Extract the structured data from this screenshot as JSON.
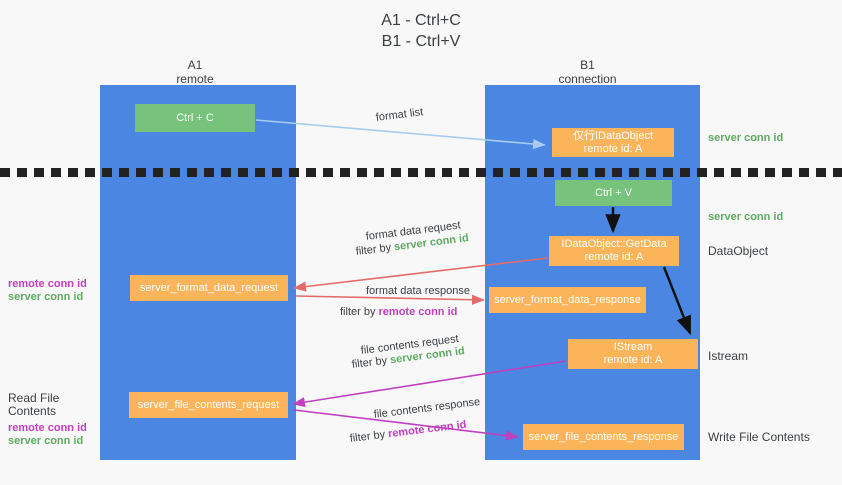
{
  "title": "A1 - Ctrl+C\nB1 - Ctrl+V",
  "columns": {
    "a1": "A1\nremote",
    "b1": "B1\nconnection"
  },
  "nodes": {
    "ctrl_c": "Ctrl + C",
    "idataobject": "仅行IDataObject\nremote id: A",
    "ctrl_v": "Ctrl + V",
    "getdata": "IDataObject::GetData\nremote id: A",
    "format_data_request": "server_format_data_request",
    "format_data_response": "server_format_data_response",
    "istream": "IStream\nremote id: A",
    "file_contents_request": "server_file_contents_request",
    "file_contents_response": "server_file_contents_response"
  },
  "edge_labels": {
    "format_list": "format list",
    "format_data_request": "format data request",
    "format_data_request_filter_prefix": "filter by ",
    "format_data_request_filter_value": "server conn id",
    "format_data_response": "format data response",
    "format_data_response_filter_prefix": "filter by ",
    "format_data_response_filter_value": "remote conn id",
    "file_contents_request": "file contents request",
    "file_contents_request_filter_prefix": "filter by ",
    "file_contents_request_filter_value": "server conn id",
    "file_contents_response": "file contents response",
    "file_contents_response_filter_prefix": "filter by ",
    "file_contents_response_filter_value": "remote conn id"
  },
  "annotations": {
    "server_conn_id_top": "server conn id",
    "server_conn_id_mid": "server conn id",
    "dataobject": "DataObject",
    "istream": "Istream",
    "write_file_contents": "Write File Contents",
    "read_file_contents": "Read File Contents",
    "remote_conn_id_1": "remote conn id",
    "server_conn_id_1": "server conn id",
    "remote_conn_id_2": "remote conn id",
    "server_conn_id_2": "server conn id"
  },
  "colors": {
    "panel_blue": "#4a86e2",
    "node_green": "#78c37c",
    "node_orange": "#fbb45a",
    "green_text": "#5fab62",
    "magenta_text": "#c23fc2",
    "arrow_light_blue": "#a8cbf0",
    "arrow_red": "#e36b6b",
    "arrow_magenta": "#c23fc2",
    "arrow_black": "#111111",
    "background": "#f8f8f8"
  }
}
